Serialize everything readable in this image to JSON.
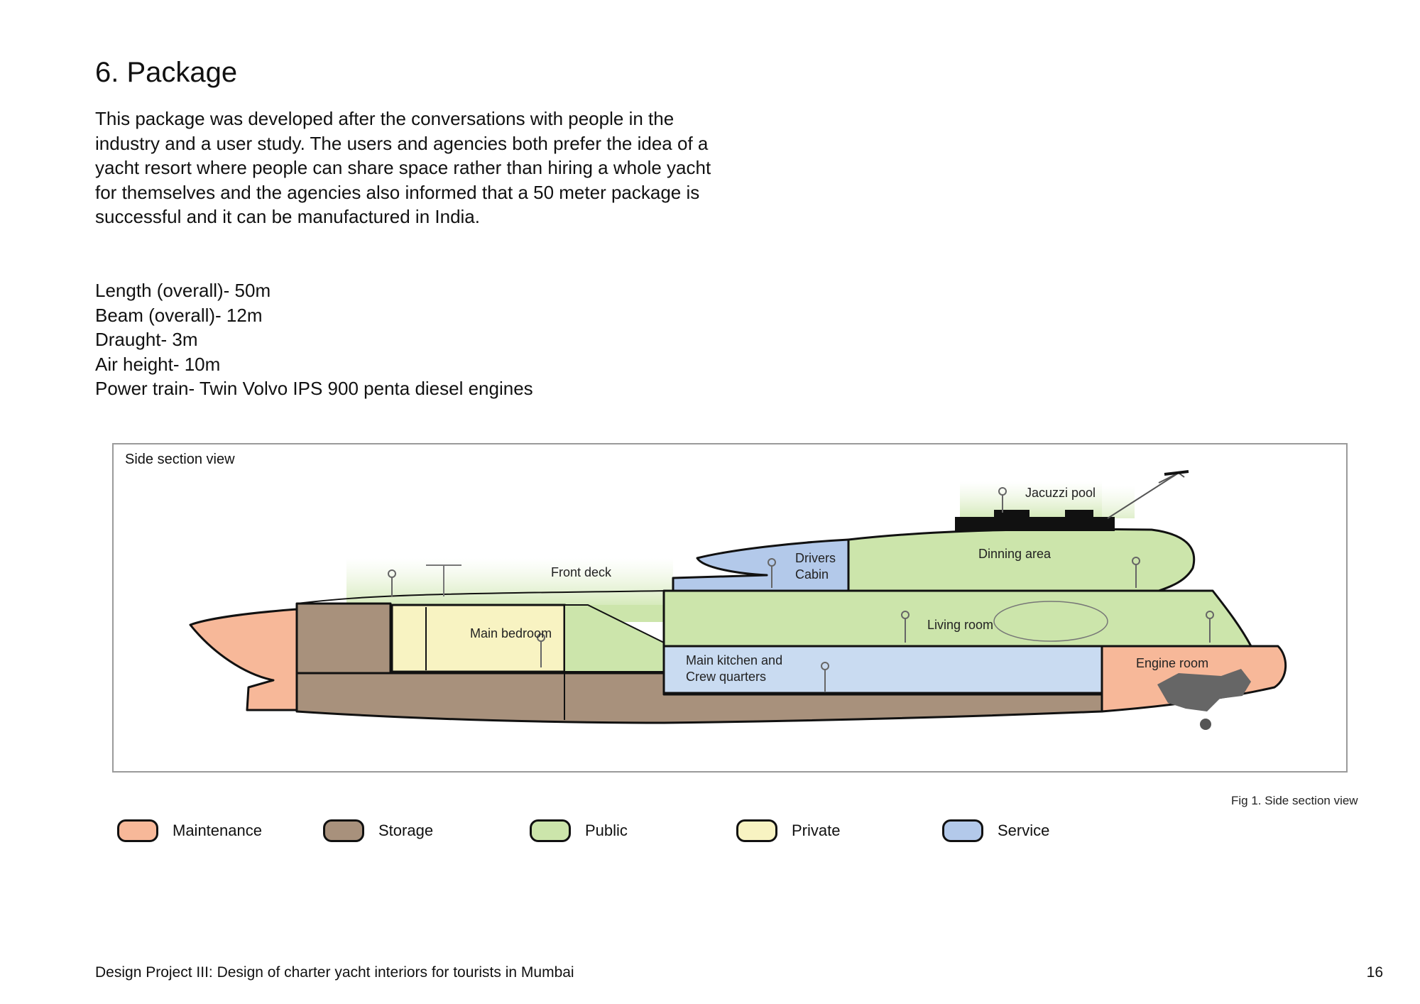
{
  "heading": "6. Package",
  "intro": "This package was developed after the conversations with people in the industry and a user study. The users and agencies both prefer the idea of a yacht resort where people can share space rather than hiring a whole yacht for themselves and the agencies also informed that a 50 meter package is successful and it can be manufactured in India.",
  "specs": [
    "Length (overall)- 50m",
    "Beam (overall)- 12m",
    "Draught- 3m",
    "Air height- 10m",
    "Power train- Twin Volvo IPS 900 penta diesel engines"
  ],
  "figure": {
    "title": "Side section view",
    "caption": "Fig 1. Side section view",
    "labels": {
      "jacuzzi": "Jacuzzi pool",
      "drivers_1": "Drivers",
      "drivers_2": "Cabin",
      "dinning": "Dinning area",
      "front_deck": "Front deck",
      "living": "Living room",
      "bedroom": "Main bedroom",
      "kitchen_1": "Main kitchen and",
      "kitchen_2": "Crew quarters",
      "engine": "Engine room"
    }
  },
  "legend": [
    {
      "label": "Maintenance",
      "color": "#f7b899"
    },
    {
      "label": "Storage",
      "color": "#a8917c"
    },
    {
      "label": "Public",
      "color": "#cce5ab"
    },
    {
      "label": "Private",
      "color": "#f8f3c2"
    },
    {
      "label": "Service",
      "color": "#b3c9ea"
    }
  ],
  "footer": "Design Project III: Design of charter yacht interiors for tourists in Mumbai",
  "page_number": "16"
}
